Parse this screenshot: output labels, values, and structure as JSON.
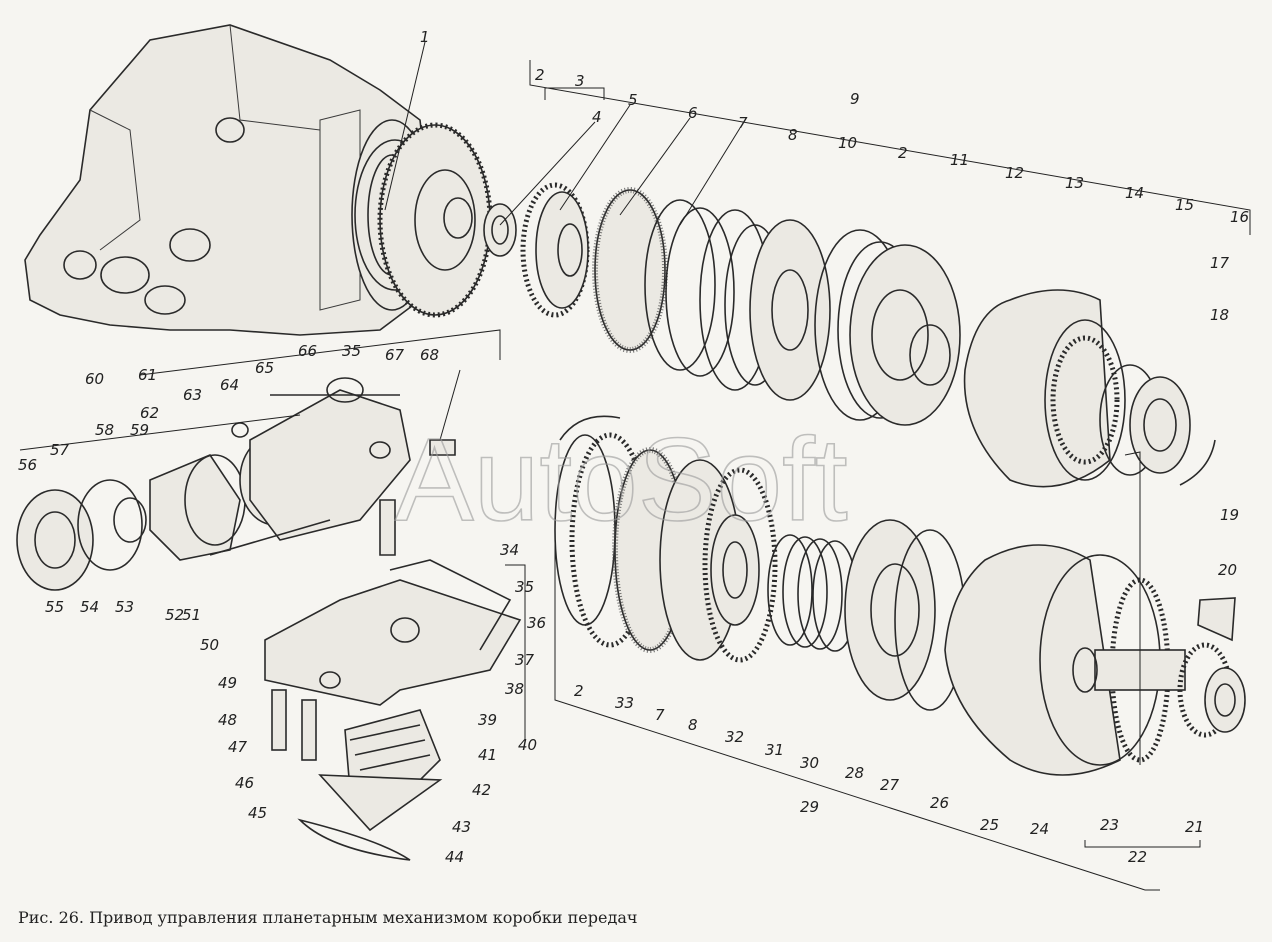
{
  "caption": "Рис. 26. Привод управления планетарным механизмом коробки передач",
  "watermark": "AutoSoft",
  "callouts": [
    "1",
    "2",
    "3",
    "4",
    "5",
    "6",
    "7",
    "8",
    "9",
    "10",
    "2",
    "11",
    "12",
    "13",
    "14",
    "15",
    "16",
    "17",
    "18",
    "19",
    "20",
    "21",
    "22",
    "23",
    "24",
    "25",
    "26",
    "27",
    "28",
    "29",
    "30",
    "31",
    "32",
    "8",
    "7",
    "33",
    "2",
    "34",
    "35",
    "36",
    "37",
    "38",
    "39",
    "40",
    "41",
    "42",
    "43",
    "44",
    "45",
    "46",
    "47",
    "48",
    "49",
    "50",
    "51",
    "52",
    "53",
    "54",
    "55",
    "56",
    "57",
    "58",
    "59",
    "60",
    "61",
    "62",
    "63",
    "64",
    "65",
    "66",
    "35",
    "67",
    "68"
  ]
}
